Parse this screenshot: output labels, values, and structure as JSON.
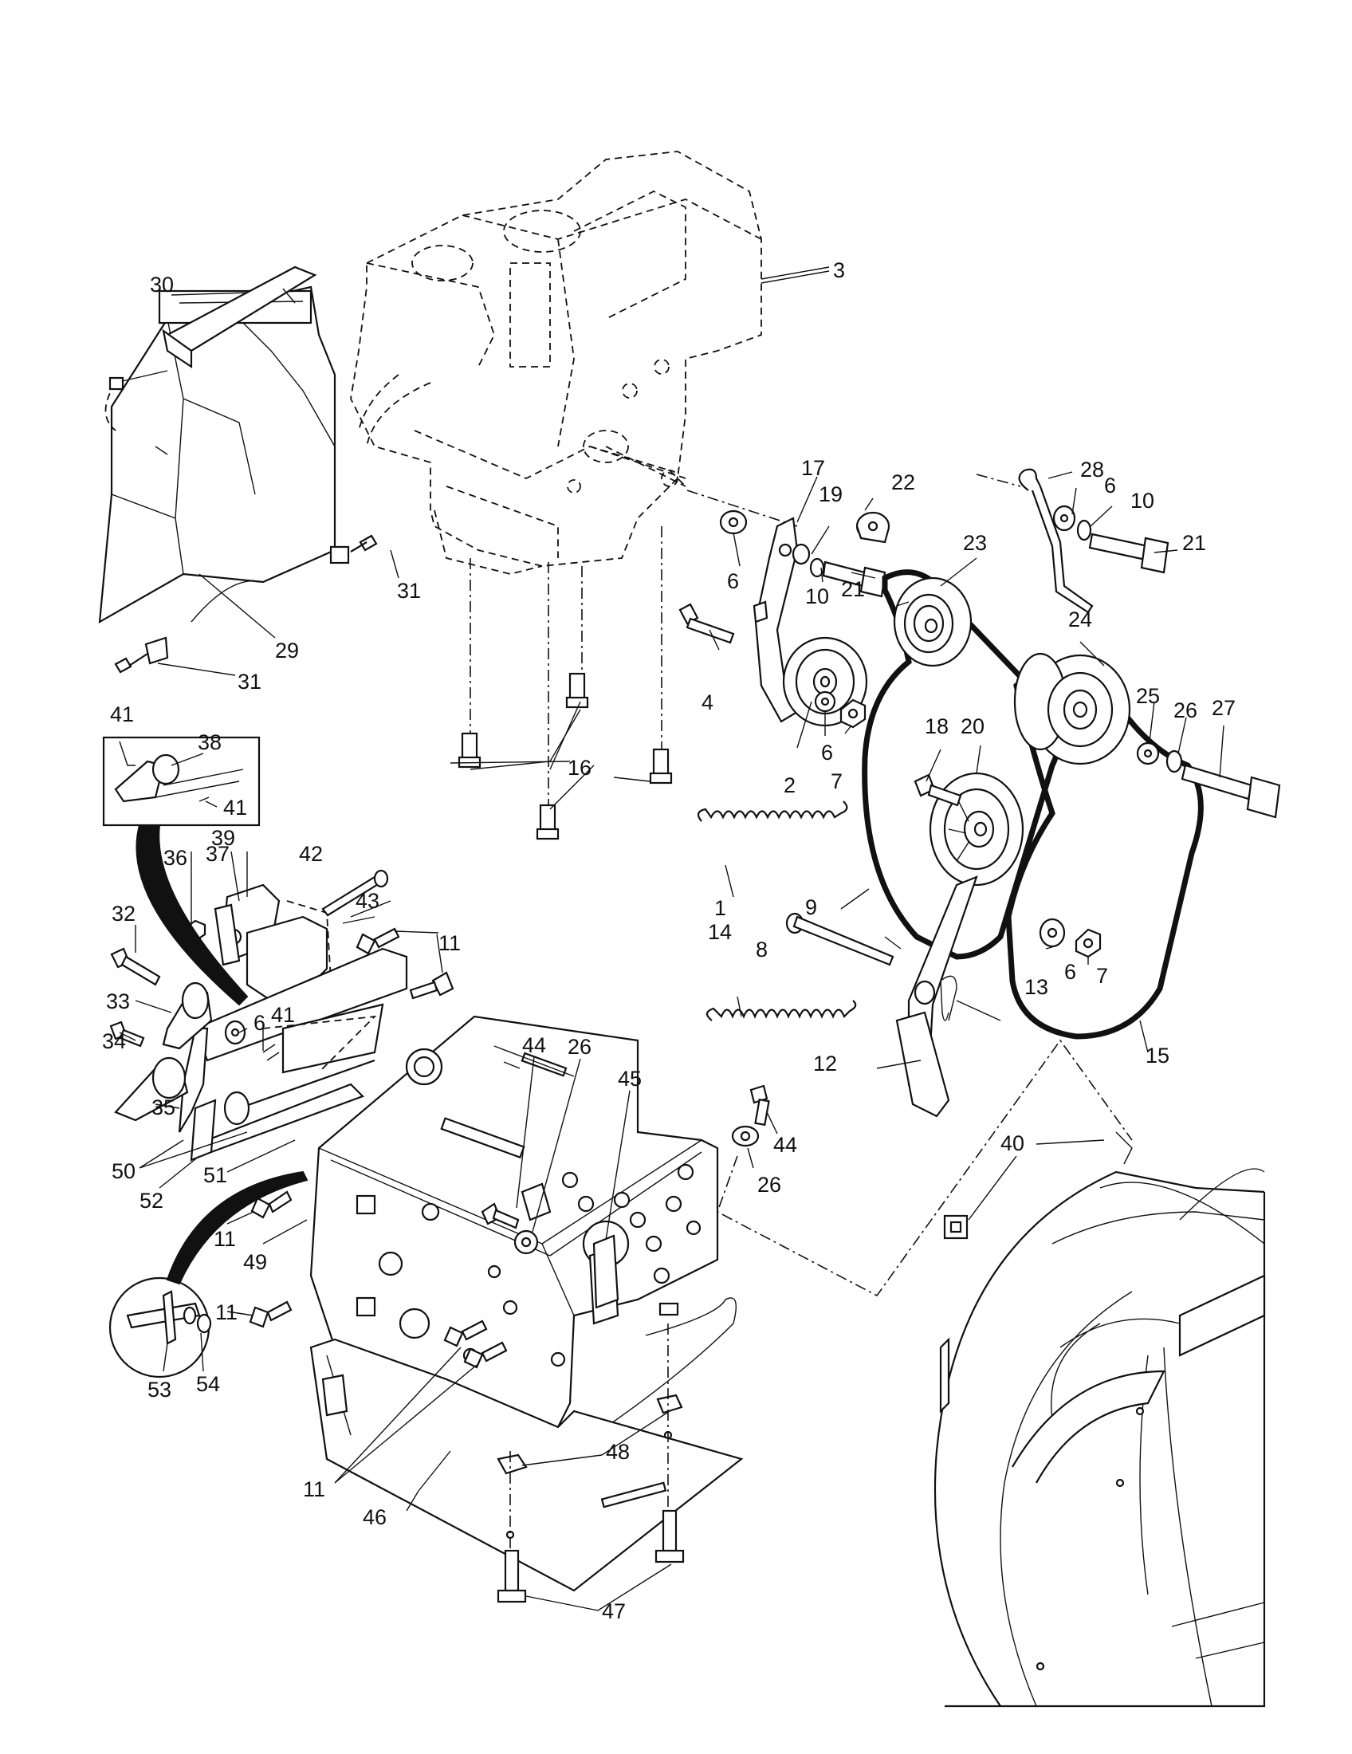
{
  "diagram": {
    "callouts": [
      "1",
      "2",
      "3",
      "4",
      "6",
      "7",
      "8",
      "9",
      "10",
      "11",
      "12",
      "13",
      "14",
      "15",
      "16",
      "17",
      "18",
      "19",
      "20",
      "21",
      "22",
      "23",
      "24",
      "25",
      "26",
      "27",
      "28",
      "29",
      "30",
      "31",
      "32",
      "33",
      "34",
      "35",
      "36",
      "37",
      "38",
      "39",
      "40",
      "41",
      "42",
      "43",
      "44",
      "45",
      "46",
      "47",
      "48",
      "49",
      "50",
      "51",
      "52",
      "53",
      "54"
    ]
  }
}
